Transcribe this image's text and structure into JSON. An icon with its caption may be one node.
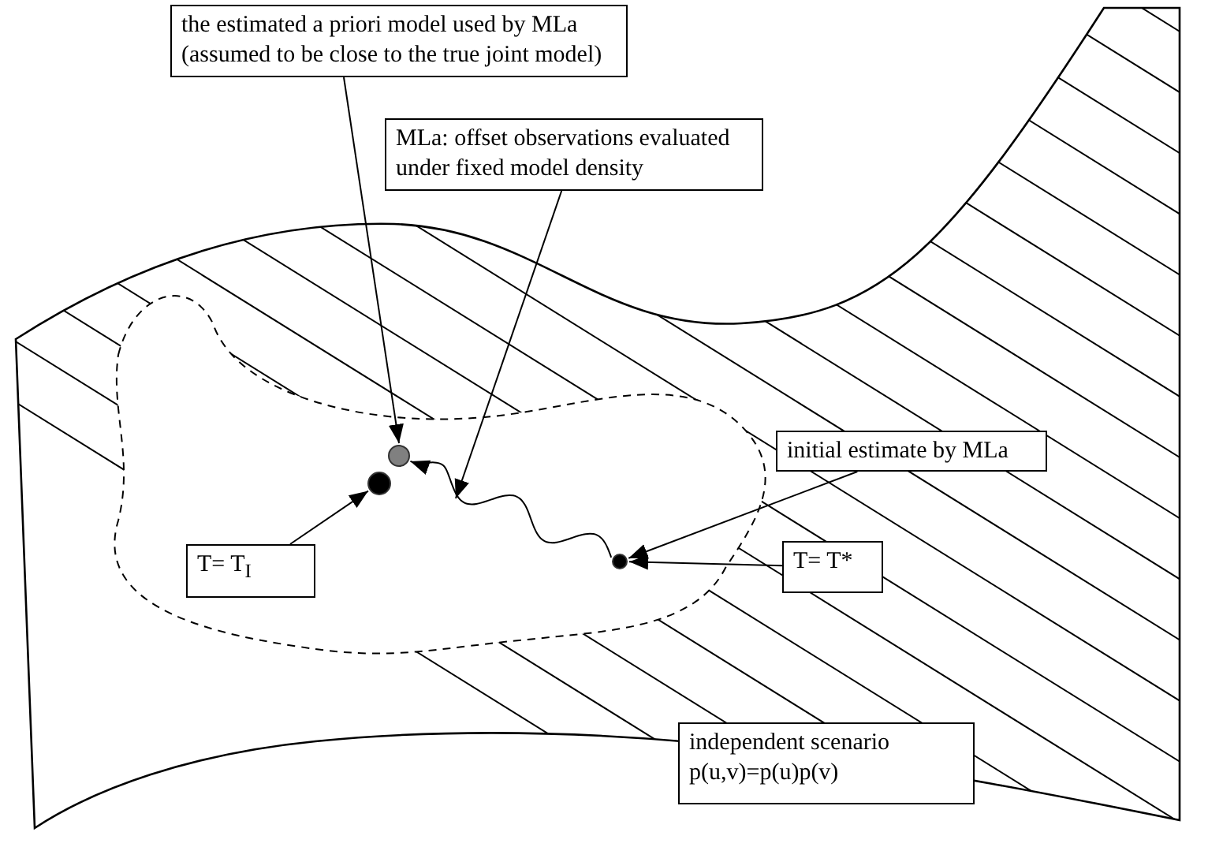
{
  "diagram": {
    "nodes": [
      {
        "text": [
          "the estimated a priori model used by MLa (assumed to be close to the true joint model)"
        ]
      },
      {
        "text": [
          "MLa: offset observations evaluated under fixed model density"
        ]
      },
      {
        "text": [
          "initial estimate by MLa"
        ]
      },
      {
        "text": [
          "T= T$_{I}$"
        ]
      },
      {
        "text": [
          "T= T*"
        ]
      },
      {
        "text": [
          "independent scenario p(u,v)=p(u)p(v)"
        ]
      },
      {
        "text": [],
        "shape": "circle"
      },
      {
        "text": [],
        "shape": "circle"
      },
      {
        "text": [],
        "shape": "circle"
      }
    ],
    "edges": [
      {
        "from": 0,
        "to": 6,
        "arrow": "to"
      },
      {
        "from": 1,
        "to": null,
        "arrow": "to"
      },
      {
        "from": 2,
        "to": 8,
        "arrow": "to"
      },
      {
        "from": 3,
        "to": 7,
        "arrow": "to"
      },
      {
        "from": 4,
        "to": 8,
        "arrow": "to"
      },
      {
        "from": 8,
        "to": 6,
        "arrow": "to"
      }
    ]
  }
}
